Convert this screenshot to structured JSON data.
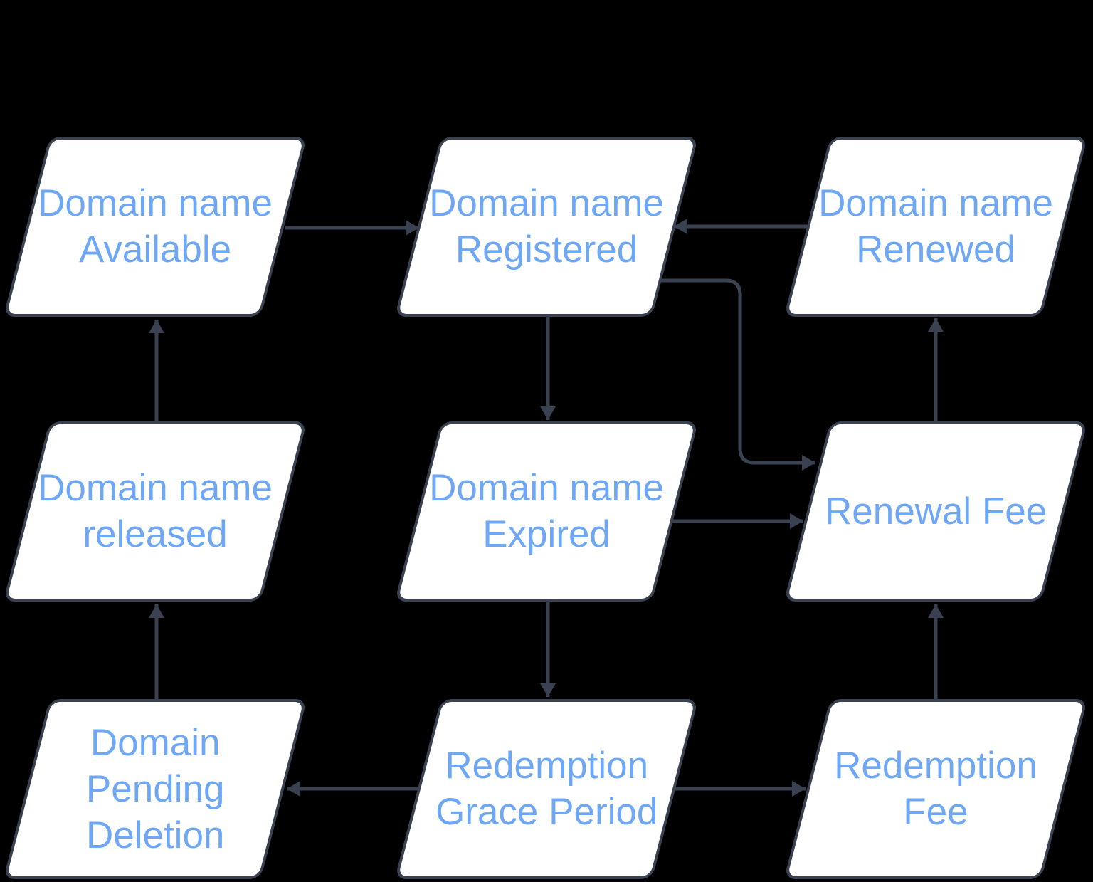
{
  "background": "#000000",
  "colors": {
    "node_fill": "#ffffff",
    "stroke": "#3a4150",
    "node_text": "#6ea7f5"
  },
  "diagram": {
    "type": "flowchart",
    "node_shape": "parallelogram",
    "nodes": {
      "available": {
        "label": "Domain name\nAvailable"
      },
      "registered": {
        "label": "Domain name\nRegistered"
      },
      "renewed": {
        "label": "Domain name\nRenewed"
      },
      "released": {
        "label": "Domain name\nreleased"
      },
      "expired": {
        "label": "Domain name\nExpired"
      },
      "renewal_fee": {
        "label": "Renewal Fee"
      },
      "pending_deletion": {
        "label": "Domain\nPending\nDeletion"
      },
      "redemption_grace": {
        "label": "Redemption\nGrace Period"
      },
      "redemption_fee": {
        "label": "Redemption\nFee"
      }
    },
    "edges": [
      {
        "from": "available",
        "to": "registered"
      },
      {
        "from": "renewed",
        "to": "registered"
      },
      {
        "from": "registered",
        "to": "expired"
      },
      {
        "from": "registered",
        "to": "renewal_fee"
      },
      {
        "from": "expired",
        "to": "renewal_fee"
      },
      {
        "from": "renewal_fee",
        "to": "renewed"
      },
      {
        "from": "expired",
        "to": "redemption_grace"
      },
      {
        "from": "redemption_grace",
        "to": "pending_deletion"
      },
      {
        "from": "redemption_grace",
        "to": "redemption_fee"
      },
      {
        "from": "redemption_fee",
        "to": "renewal_fee"
      },
      {
        "from": "pending_deletion",
        "to": "released"
      },
      {
        "from": "released",
        "to": "available"
      }
    ]
  }
}
